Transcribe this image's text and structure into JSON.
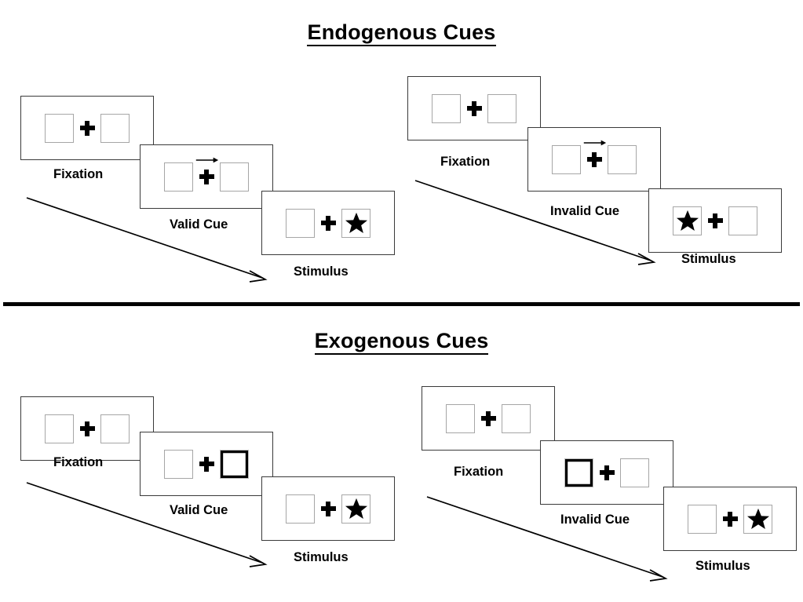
{
  "page": {
    "background_color": "#ffffff",
    "ink_color": "#000000",
    "square_outline_color": "#a6a6a6",
    "panel_outline_color": "#3a3a3a",
    "cue_highlight_color": "#000000"
  },
  "sections": [
    {
      "id": "endogenous",
      "title": "Endogenous Cues",
      "title_underlined": true,
      "sequences": [
        {
          "id": "endogenous-valid",
          "frames": [
            {
              "label": "Fixation",
              "left_square": {
                "cued": false,
                "content": "none"
              },
              "right_square": {
                "cued": false,
                "content": "none"
              },
              "center": "plus",
              "cue_arrow": "none"
            },
            {
              "label": "Valid Cue",
              "left_square": {
                "cued": false,
                "content": "none"
              },
              "right_square": {
                "cued": false,
                "content": "none"
              },
              "center": "plus",
              "cue_arrow": "right-arrow-icon"
            },
            {
              "label": "Stimulus",
              "left_square": {
                "cued": false,
                "content": "none"
              },
              "right_square": {
                "cued": false,
                "content": "star"
              },
              "center": "plus",
              "cue_arrow": "none"
            }
          ]
        },
        {
          "id": "endogenous-invalid",
          "frames": [
            {
              "label": "Fixation",
              "left_square": {
                "cued": false,
                "content": "none"
              },
              "right_square": {
                "cued": false,
                "content": "none"
              },
              "center": "plus",
              "cue_arrow": "none"
            },
            {
              "label": "Invalid Cue",
              "left_square": {
                "cued": false,
                "content": "none"
              },
              "right_square": {
                "cued": false,
                "content": "none"
              },
              "center": "plus",
              "cue_arrow": "right-arrow-icon"
            },
            {
              "label": "Stimulus",
              "left_square": {
                "cued": false,
                "content": "star"
              },
              "right_square": {
                "cued": false,
                "content": "none"
              },
              "center": "plus",
              "cue_arrow": "none"
            }
          ]
        }
      ]
    },
    {
      "id": "exogenous",
      "title": "Exogenous Cues",
      "title_underlined": true,
      "sequences": [
        {
          "id": "exogenous-valid",
          "frames": [
            {
              "label": "Fixation",
              "left_square": {
                "cued": false,
                "content": "none"
              },
              "right_square": {
                "cued": false,
                "content": "none"
              },
              "center": "plus",
              "cue_arrow": "none"
            },
            {
              "label": "Valid Cue",
              "left_square": {
                "cued": false,
                "content": "none"
              },
              "right_square": {
                "cued": true,
                "content": "none"
              },
              "center": "plus",
              "cue_arrow": "none"
            },
            {
              "label": "Stimulus",
              "left_square": {
                "cued": false,
                "content": "none"
              },
              "right_square": {
                "cued": false,
                "content": "star"
              },
              "center": "plus",
              "cue_arrow": "none"
            }
          ]
        },
        {
          "id": "exogenous-invalid",
          "frames": [
            {
              "label": "Fixation",
              "left_square": {
                "cued": false,
                "content": "none"
              },
              "right_square": {
                "cued": false,
                "content": "none"
              },
              "center": "plus",
              "cue_arrow": "none"
            },
            {
              "label": "Invalid Cue",
              "left_square": {
                "cued": true,
                "content": "none"
              },
              "right_square": {
                "cued": false,
                "content": "none"
              },
              "center": "plus",
              "cue_arrow": "none"
            },
            {
              "label": "Stimulus",
              "left_square": {
                "cued": false,
                "content": "none"
              },
              "right_square": {
                "cued": false,
                "content": "star"
              },
              "center": "plus",
              "cue_arrow": "none"
            }
          ]
        }
      ]
    }
  ],
  "divider": {
    "present": true,
    "color": "#000000"
  },
  "time_arrows": {
    "count": 4,
    "direction": "down-right",
    "meaning": "time"
  }
}
